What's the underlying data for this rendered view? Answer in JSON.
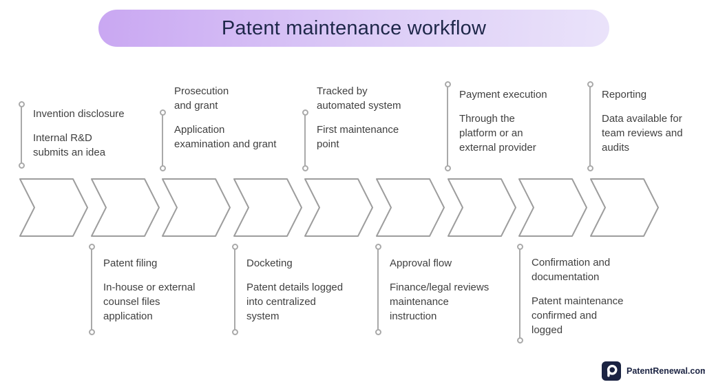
{
  "header": {
    "title": "Patent maintenance workflow",
    "pill_gradient_start": "#c9a7f2",
    "pill_gradient_end": "#eae3fa",
    "title_color": "#1e2749"
  },
  "workflow": {
    "chevron_count": 9,
    "top_steps": [
      {
        "title": "Invention disclosure",
        "description": "Internal R&D\nsubmits an idea"
      },
      {
        "title": "Prosecution\nand grant",
        "description": "Application\nexamination and grant"
      },
      {
        "title": "Tracked by\nautomated system",
        "description": "First maintenance\npoint"
      },
      {
        "title": "Payment execution",
        "description": "Through the\nplatform or an\nexternal provider"
      },
      {
        "title": "Reporting",
        "description": "Data available for\nteam reviews and\naudits"
      }
    ],
    "bottom_steps": [
      {
        "title": "Patent filing",
        "description": "In-house or external\ncounsel files\napplication"
      },
      {
        "title": "Docketing",
        "description": "Patent details logged\ninto centralized\nsystem"
      },
      {
        "title": "Approval flow",
        "description": "Finance/legal reviews\nmaintenance\ninstruction"
      },
      {
        "title": "Confirmation and\ndocumentation",
        "description": "Patent maintenance\nconfirmed and\nlogged"
      }
    ]
  },
  "footer": {
    "brand": "PatentRenewal.com",
    "logo_icon": "magnifier-p-icon"
  },
  "colors": {
    "chevron_stroke": "#9d9d9d",
    "marker_gray": "#a9a9a9",
    "body_text": "#3f3f3f",
    "navy": "#1b2342"
  }
}
